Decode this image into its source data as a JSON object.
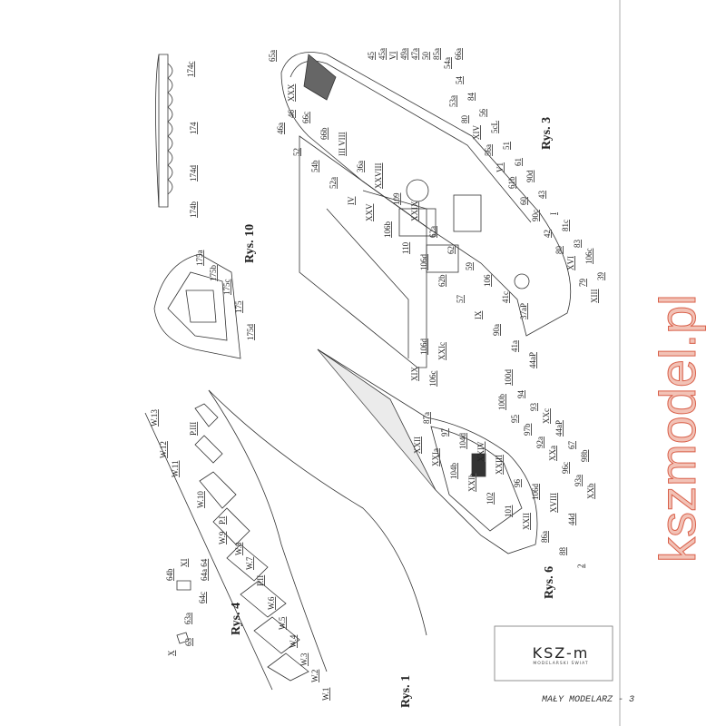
{
  "figures": {
    "rys1": "Rys. 1",
    "rys3": "Rys. 3",
    "rys4": "Rys. 4",
    "rys6": "Rys. 6",
    "rys10": "Rys. 10"
  },
  "labels": {
    "rys3": [
      "65a",
      "45",
      "45a",
      "VI",
      "49a",
      "47a",
      "50",
      "85a",
      "54a",
      "66a",
      "46a",
      "46",
      "XXX",
      "53a",
      "54",
      "80",
      "84",
      "XIV",
      "56",
      "56a",
      "5cL",
      "V1",
      "51",
      "61b",
      "61",
      "60",
      "90d",
      "90c",
      "43",
      "42",
      "I",
      "80",
      "81c",
      "XVI",
      "83",
      "79",
      "106c",
      "XIII",
      "39",
      "52",
      "66c",
      "54b",
      "66b",
      "52a",
      "III VIII",
      "IV",
      "36a",
      "XXV",
      "XXVIII",
      "106b",
      "109",
      "110",
      "XXIX",
      "106d",
      "62a",
      "62b",
      "62",
      "57",
      "59",
      "IX",
      "106",
      "90a",
      "41c",
      "41a",
      "37aP",
      "44aP"
    ],
    "rys6": [
      "XIX",
      "106d",
      "106c",
      "XXIc",
      "100b",
      "100d",
      "95",
      "94",
      "97b",
      "93",
      "92a",
      "XXc",
      "XXa",
      "44aP",
      "96c",
      "67",
      "93a",
      "98b",
      "XXb",
      "XXII",
      "87a",
      "XXIa",
      "97",
      "104b",
      "104d",
      "XXIb",
      "XXIV",
      "102",
      "XXIII",
      "101",
      "96",
      "XXII",
      "106d",
      "86a",
      "XVIII",
      "88",
      "44d",
      "2"
    ],
    "rys4": [
      "P.III",
      "W.13",
      "W.12",
      "W.11",
      "W.10",
      "P.I",
      "W.9",
      "W.8",
      "W.7",
      "P.II",
      "W.6",
      "W.5",
      "W.4",
      "W.3",
      "W.2",
      "W.1",
      "XI",
      "64b",
      "64a 64",
      "64c",
      "63a",
      "63",
      "X"
    ],
    "rys10": [
      "174c",
      "174",
      "174d",
      "174b",
      "175a",
      "175b",
      "175c",
      "175",
      "175d"
    ]
  },
  "watermark": "kszmodel.pl",
  "logo": {
    "name": "KSZ-m",
    "tagline": "MODELARSKI ŚWIAT"
  },
  "footer": "MAŁY MODELARZ - 3"
}
